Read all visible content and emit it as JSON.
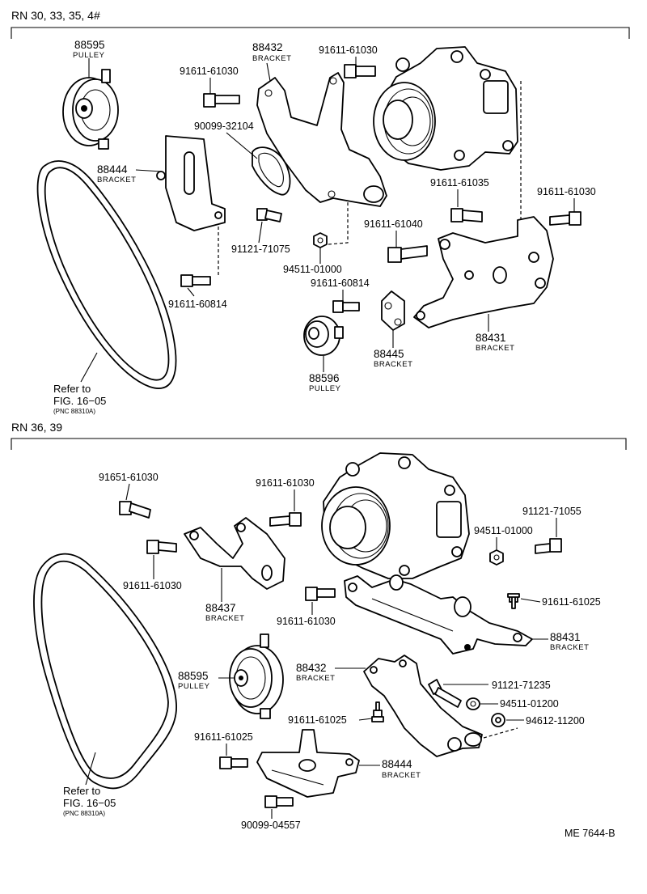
{
  "sections": [
    {
      "header": "RN 30, 33, 35, 4#",
      "labels": {
        "p88595": {
          "num": "88595",
          "name": "PULLEY"
        },
        "p91611_61030_a": {
          "num": "91611-61030"
        },
        "p88432": {
          "num": "88432",
          "name": "BRACKET"
        },
        "p91611_61030_b": {
          "num": "91611-61030"
        },
        "p90099_32104": {
          "num": "90099-32104"
        },
        "p88444": {
          "num": "88444",
          "name": "BRACKET"
        },
        "p91611_61035": {
          "num": "91611-61035"
        },
        "p91611_61030_c": {
          "num": "91611-61030"
        },
        "p91121_71075": {
          "num": "91121-71075"
        },
        "p91611_61040": {
          "num": "91611-61040"
        },
        "p94511_01000": {
          "num": "94511-01000"
        },
        "p91611_60814_a": {
          "num": "91611-60814"
        },
        "p91611_60814_b": {
          "num": "91611-60814"
        },
        "p88431": {
          "num": "88431",
          "name": "BRACKET"
        },
        "p88445": {
          "num": "88445",
          "name": "BRACKET"
        },
        "p88596": {
          "num": "88596",
          "name": "PULLEY"
        }
      },
      "refer": {
        "line1": "Refer to",
        "line2": "FIG. 16−05",
        "line3": "(PNC 88310A)"
      }
    },
    {
      "header": "RN 36, 39",
      "labels": {
        "p91651_61030": {
          "num": "91651-61030"
        },
        "p91611_61030_d": {
          "num": "91611-61030"
        },
        "p91121_71055": {
          "num": "91121-71055"
        },
        "p94511_01000_b": {
          "num": "94511-01000"
        },
        "p91611_61030_e": {
          "num": "91611-61030"
        },
        "p88437": {
          "num": "88437",
          "name": "BRACKET"
        },
        "p91611_61030_f": {
          "num": "91611-61030"
        },
        "p91611_61025_a": {
          "num": "91611-61025"
        },
        "p88431b": {
          "num": "88431",
          "name": "BRACKET"
        },
        "p88595b": {
          "num": "88595",
          "name": "PULLEY"
        },
        "p88432b": {
          "num": "88432",
          "name": "BRACKET"
        },
        "p91121_71235": {
          "num": "91121-71235"
        },
        "p94511_01200": {
          "num": "94511-01200"
        },
        "p91611_61025_b": {
          "num": "91611-61025"
        },
        "p94612_11200": {
          "num": "94612-11200"
        },
        "p91611_61025_c": {
          "num": "91611-61025"
        },
        "p88444b": {
          "num": "88444",
          "name": "BRACKET"
        },
        "p90099_04557": {
          "num": "90099-04557"
        }
      },
      "refer": {
        "line1": "Refer to",
        "line2": "FIG. 16−05",
        "line3": "(PNC 88310A)"
      }
    }
  ],
  "footer_code": "ME 7644-B"
}
